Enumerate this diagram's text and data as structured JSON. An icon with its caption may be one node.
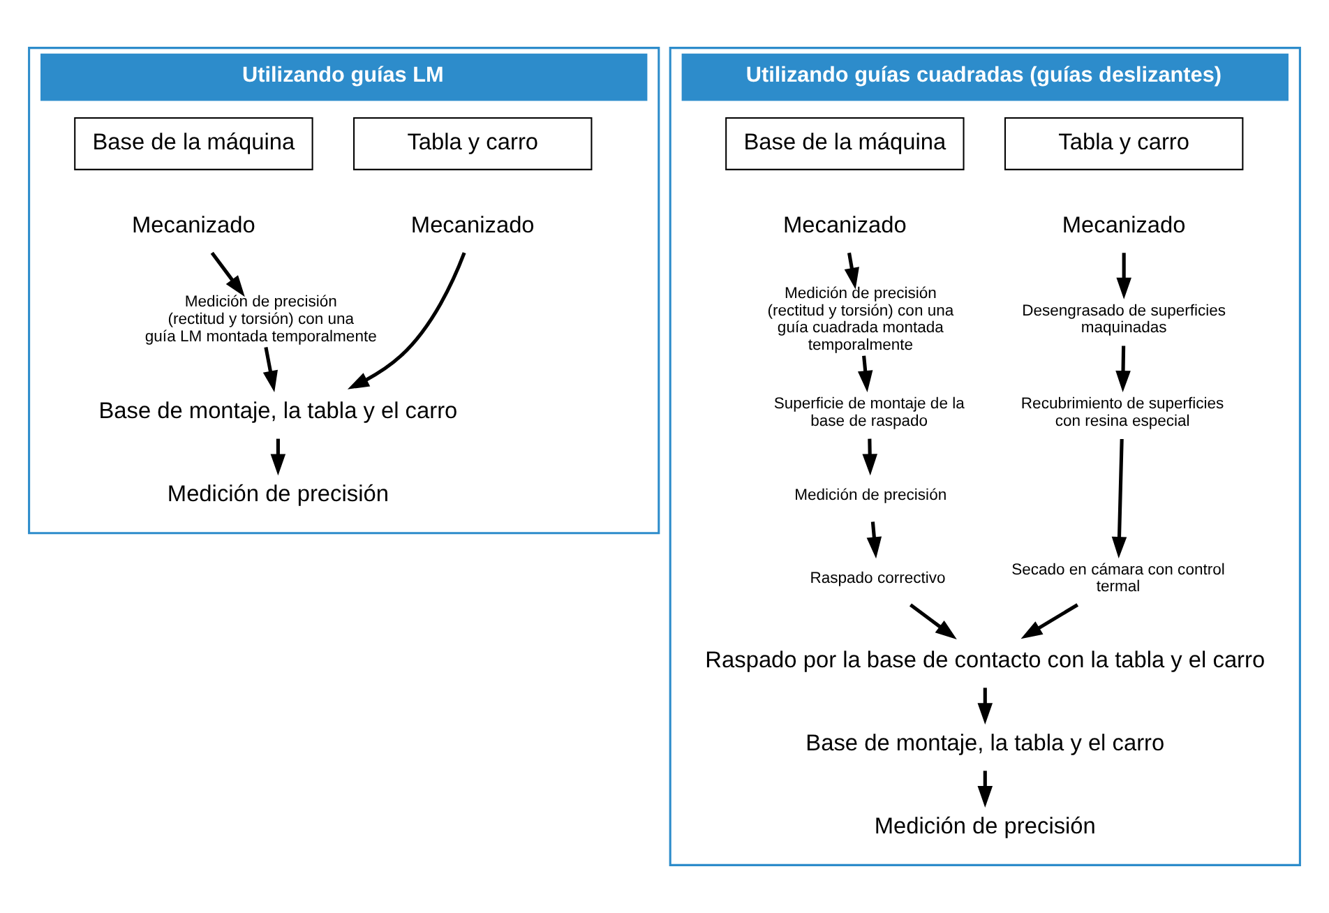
{
  "diagram": {
    "nodes": [
      {
        "text": [
          "Utilizando guías LM"
        ]
      },
      {
        "text": [
          "Base de la máquina"
        ],
        "in": 0
      },
      {
        "text": [
          "Tabla y carro"
        ],
        "in": 0
      },
      {
        "text": [
          "Mecanizado"
        ],
        "in": 0
      },
      {
        "text": [
          "Mecanizado"
        ],
        "in": 0
      },
      {
        "text": [
          "Medición de precisión (rectitud y torsión) con una guía LM montada temporalmente"
        ],
        "in": 0
      },
      {
        "text": [
          "Base de montaje, la tabla y el carro"
        ],
        "in": 0
      },
      {
        "text": [
          "Medición de precisión"
        ],
        "in": 0
      },
      {
        "text": [
          "Utilizando guías cuadradas (guías deslizantes)"
        ]
      },
      {
        "text": [
          "Base de la máquina"
        ],
        "in": 8
      },
      {
        "text": [
          "Tabla y carro"
        ],
        "in": 8
      },
      {
        "text": [
          "Mecanizado"
        ],
        "in": 8
      },
      {
        "text": [
          "Medición de precisión (rectitud y torsión) con una guía cuadrada montada temporalmente"
        ],
        "in": 8
      },
      {
        "text": [
          "Superficie de montaje de la base de raspado"
        ],
        "in": 8
      },
      {
        "text": [
          "Medición de precisión"
        ],
        "in": 8
      },
      {
        "text": [
          "Raspado correctivo"
        ],
        "in": 8
      },
      {
        "text": [
          "Mecanizado"
        ],
        "in": 8
      },
      {
        "text": [
          "Desengrasado de superficies maquinadas"
        ],
        "in": 8
      },
      {
        "text": [
          "Recubrimiento de superficies con resina especial"
        ],
        "in": 8
      },
      {
        "text": [
          "Secado en cámara con control termal"
        ],
        "in": 8
      },
      {
        "text": [
          "Raspado por la base de contacto con la tabla y el carro"
        ],
        "in": 8
      },
      {
        "text": [
          "Base de montaje, la tabla y el carro"
        ],
        "in": 8
      },
      {
        "text": [
          "Medición de precisión"
        ],
        "in": 8
      }
    ],
    "edges": [
      {
        "from": 3,
        "to": 5,
        "arrow": "to"
      },
      {
        "from": 5,
        "to": 6,
        "arrow": "to"
      },
      {
        "from": 4,
        "to": 6,
        "arrow": "to"
      },
      {
        "from": 6,
        "to": 7,
        "arrow": "to"
      },
      {
        "from": 11,
        "to": 12,
        "arrow": "to"
      },
      {
        "from": 12,
        "to": 13,
        "arrow": "to"
      },
      {
        "from": 13,
        "to": 14,
        "arrow": "to"
      },
      {
        "from": 14,
        "to": 15,
        "arrow": "to"
      },
      {
        "from": 15,
        "to": 20,
        "arrow": "to"
      },
      {
        "from": 16,
        "to": 17,
        "arrow": "to"
      },
      {
        "from": 17,
        "to": 18,
        "arrow": "to"
      },
      {
        "from": 18,
        "to": 19,
        "arrow": "to"
      },
      {
        "from": 19,
        "to": 20,
        "arrow": "to"
      },
      {
        "from": 20,
        "to": 21,
        "arrow": "to"
      },
      {
        "from": 21,
        "to": 22,
        "arrow": "to"
      }
    ]
  }
}
